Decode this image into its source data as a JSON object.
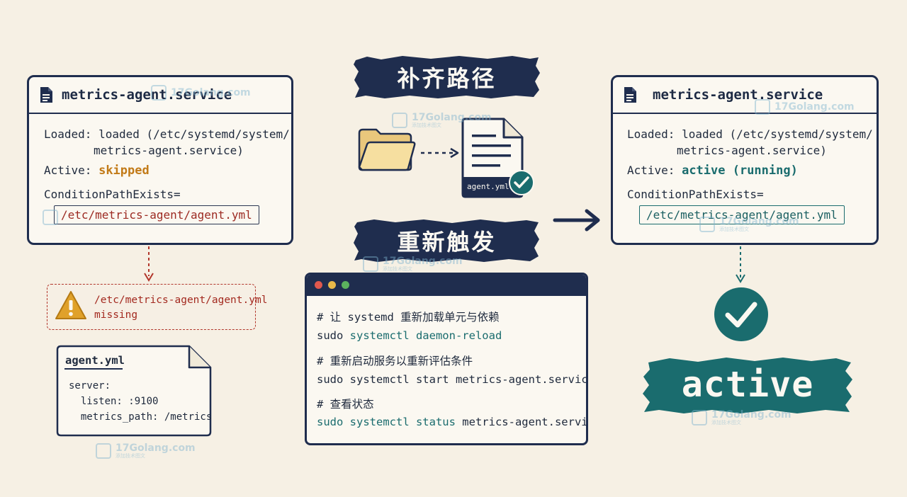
{
  "left_card": {
    "title": "metrics-agent.service",
    "loaded_label": "Loaded:",
    "loaded_value_1": "loaded (/etc/systemd/system/",
    "loaded_value_2": "metrics-agent.service)",
    "active_label": "Active:",
    "active_value": "skipped",
    "condition_label": "ConditionPathExists=",
    "condition_path": "/etc/metrics-agent/agent.yml"
  },
  "warning": {
    "line1": "/etc/metrics-agent/agent.yml",
    "line2": "missing"
  },
  "yaml_card": {
    "filename": "agent.yml",
    "lines": [
      "server:",
      "  listen: :9100",
      "  metrics_path: /metrics"
    ]
  },
  "center": {
    "step1_title": "补齐路径",
    "file_label": "agent.yml",
    "step2_title": "重新触发"
  },
  "terminal": {
    "comment1": "# 让 systemd 重新加载单元与依赖",
    "cmd1_prefix": "sudo",
    "cmd1_rest": " systemctl daemon-reload",
    "comment2": "# 重新启动服务以重新评估条件",
    "cmd2": "sudo systemctl start metrics-agent.service",
    "comment3": "# 查看状态",
    "cmd3_teal": "sudo systemctl status",
    "cmd3_rest": " metrics-agent.service"
  },
  "right_card": {
    "title": "metrics-agent.service",
    "loaded_label": "Loaded:",
    "loaded_value_1": "loaded (/etc/systemd/system/",
    "loaded_value_2": "metrics-agent.service)",
    "active_label": "Active:",
    "active_value": "active (running)",
    "condition_label": "ConditionPathExists=",
    "condition_path": "/etc/metrics-agent/agent.yml"
  },
  "result": {
    "label": "active"
  },
  "watermark": {
    "text": "17Golang.com",
    "sub": "添加技术图文"
  },
  "colors": {
    "navy": "#1f2d4e",
    "teal": "#1a6c6e",
    "warn": "#c27a17",
    "error_red": "#b2362b",
    "background": "#f6f0e4"
  }
}
